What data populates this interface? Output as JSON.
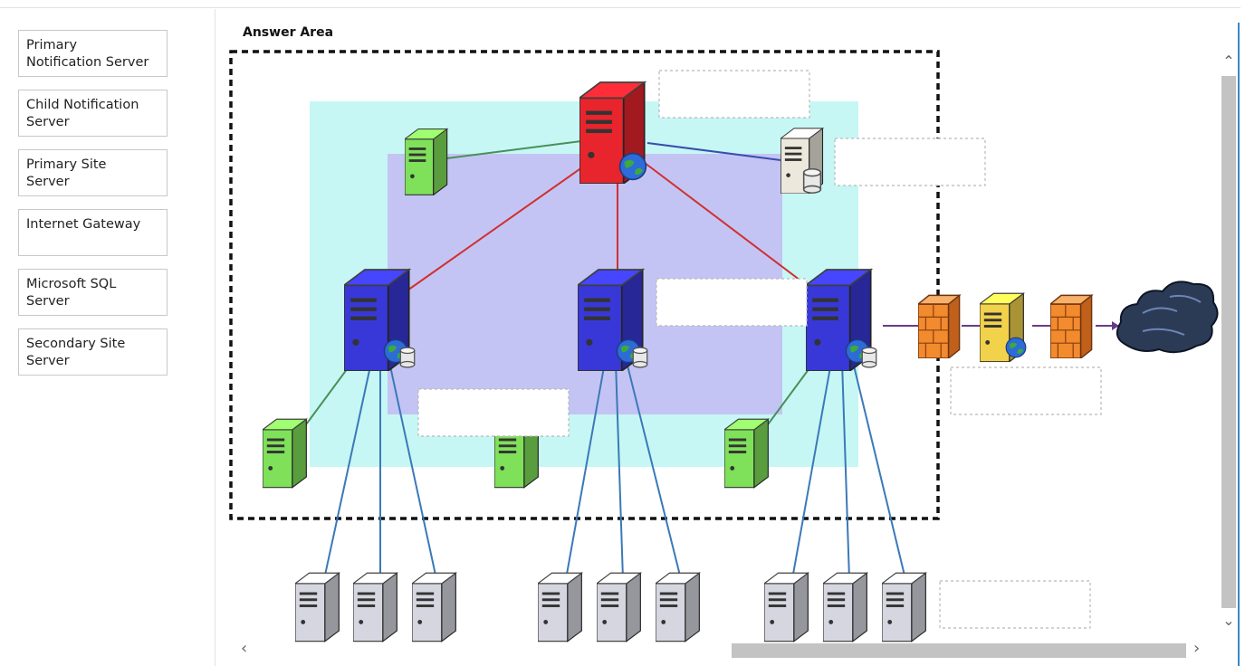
{
  "choices": [
    "Primary\nNotification Server",
    "Child Notification\nServer",
    "Primary Site\nServer",
    "Internet Gateway",
    "Microsoft SQL\nServer",
    "Secondary Site\nServer"
  ],
  "answer_area": {
    "title": "Answer Area"
  },
  "scrollbars": {
    "up_icon": "chevron-up-icon",
    "down_icon": "chevron-down-icon",
    "left_icon": "chevron-left-icon",
    "right_icon": "chevron-right-icon"
  },
  "colors": {
    "outer_zone": "#c6f7f4",
    "inner_zone": "#c4c4f4",
    "root_server": "#e8242c",
    "site_server": "#3838d8",
    "notification_server": "#7fe05a",
    "sql_server": "#ece8dc",
    "client": "#d6d6e0",
    "firewall": "#f28a2e",
    "gateway": "#f2d24a",
    "cloud": "#2c3b55",
    "link_red": "#d03030",
    "link_green": "#4a8f5a",
    "link_blue": "#3a4db0",
    "link_client": "#3b79b8",
    "link_purple": "#6a3a8a"
  }
}
